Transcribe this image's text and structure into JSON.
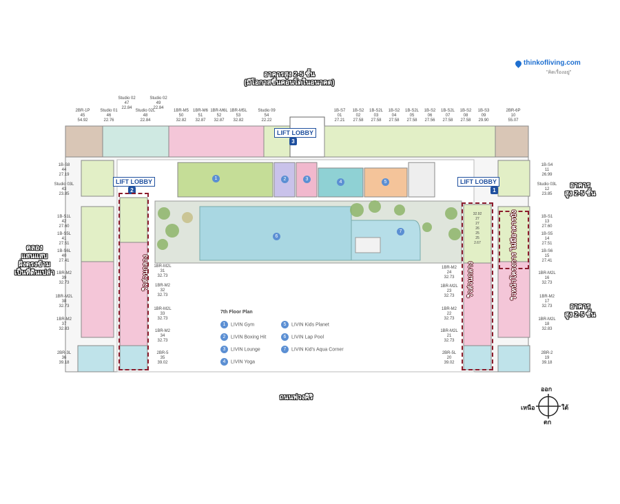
{
  "logo": {
    "brand": "thinkofliving.com",
    "tagline": "\"คิดเรื่องอยู่\""
  },
  "annotations": {
    "top_building": "อาคารสูง 2-5 ชั้น\n(มีโอกาสขึ้นคอนโดในอนาคต)",
    "right_building_top": "อาคาร\nสูง 2-5 ชั้น",
    "right_building_bottom": "อาคาร\nสูง 2-5 ชั้น",
    "left_canal": "คลอง\nแสนแสบ\nฝั่งตรงข้าม\nเป็นที่ดินเปล่า",
    "left_center_view": "วิวส่วนกลาง",
    "right_center_view": "วิวส่วนกลาง",
    "right_project_view": "วิวหน้าโครงการ\nไม่มีอาคารบัง",
    "road": "ถนนพ่วงศิริ"
  },
  "lobbies": [
    {
      "label": "LIFT LOBBY",
      "num": "3"
    },
    {
      "label": "LIFT LOBBY",
      "num": "2"
    },
    {
      "label": "LIFT LOBBY",
      "num": "1"
    }
  ],
  "top_units": [
    {
      "type": "2BR-1P",
      "num": "45",
      "size": "54.92"
    },
    {
      "type": "Studio 01",
      "num": "46",
      "size": "22.76"
    },
    {
      "type": "Studio 02",
      "num": "47",
      "size": "22.84"
    },
    {
      "type": "Studio 02L",
      "num": "48",
      "size": "22.84"
    },
    {
      "type": "Studio 02",
      "num": "49",
      "size": "22.84"
    },
    {
      "type": "1BR-M5",
      "num": "50",
      "size": "32.82"
    },
    {
      "type": "1BR-M6",
      "num": "51",
      "size": "32.87"
    },
    {
      "type": "1BR-M6L",
      "num": "52",
      "size": "32.87"
    },
    {
      "type": "1BR-M5L",
      "num": "53",
      "size": "32.82"
    },
    {
      "type": "Studio 09",
      "num": "54",
      "size": "22.22"
    },
    {
      "type": "1B-S7",
      "num": "01",
      "size": "27.21"
    },
    {
      "type": "1B-S2",
      "num": "02",
      "size": "27.58"
    },
    {
      "type": "1B-S2L",
      "num": "03",
      "size": "27.58"
    },
    {
      "type": "1B-S2",
      "num": "04",
      "size": "27.58"
    },
    {
      "type": "1B-S2L",
      "num": "05",
      "size": "27.58"
    },
    {
      "type": "1B-S2",
      "num": "06",
      "size": "27.56"
    },
    {
      "type": "1B-S2L",
      "num": "07",
      "size": "27.58"
    },
    {
      "type": "1B-S2",
      "num": "08",
      "size": "27.58"
    },
    {
      "type": "1B-S3",
      "num": "09",
      "size": "29.90"
    },
    {
      "type": "2BR-6P",
      "num": "10",
      "size": "55.07"
    }
  ],
  "left_units": [
    {
      "type": "1B-S8",
      "num": "44",
      "size": "27.19"
    },
    {
      "type": "Studio 03L",
      "num": "43",
      "size": "23.85"
    },
    {
      "type": "1B-S1L",
      "num": "42",
      "size": "27.60"
    },
    {
      "type": "1B-S5L",
      "num": "41",
      "size": "27.51"
    },
    {
      "type": "1B-S6L",
      "num": "40",
      "size": "27.41"
    },
    {
      "type": "1BR-M2",
      "num": "39",
      "size": "32.73"
    },
    {
      "type": "1BR-M2L",
      "num": "38",
      "size": "32.73"
    },
    {
      "type": "1BR-M2",
      "num": "37",
      "size": "32.83"
    },
    {
      "type": "2BR-3L",
      "num": "36",
      "size": "39.18"
    }
  ],
  "left_inner_units": [
    {
      "type": "1BR-M2L",
      "num": "31",
      "size": "32.73"
    },
    {
      "type": "1BR-M2",
      "num": "32",
      "size": "32.73"
    },
    {
      "type": "1BR-M2L",
      "num": "33",
      "size": "32.73"
    },
    {
      "type": "1BR-M2",
      "num": "34",
      "size": "32.73"
    },
    {
      "type": "2BR-5",
      "num": "35",
      "size": "39.02"
    }
  ],
  "right_units": [
    {
      "type": "1B-S4",
      "num": "11",
      "size": "26.99"
    },
    {
      "type": "Studio 03L",
      "num": "12",
      "size": "23.85"
    },
    {
      "type": "1B-S1",
      "num": "13",
      "size": "27.60"
    },
    {
      "type": "1B-S5",
      "num": "14",
      "size": "27.51"
    },
    {
      "type": "1B-S6",
      "num": "15",
      "size": "27.41"
    },
    {
      "type": "1BR-M2L",
      "num": "16",
      "size": "32.73"
    },
    {
      "type": "1BR-M2",
      "num": "17",
      "size": "32.73"
    },
    {
      "type": "1BR-M2L",
      "num": "18",
      "size": "32.83"
    },
    {
      "type": "2BR-2",
      "num": "19",
      "size": "39.18"
    }
  ],
  "right_inner_units": [
    {
      "type": "1BR-M2",
      "num": "24",
      "size": "32.73"
    },
    {
      "type": "1BR-M2L",
      "num": "23",
      "size": "32.73"
    },
    {
      "type": "1BR-M2",
      "num": "22",
      "size": "32.73"
    },
    {
      "type": "1BR-M2L",
      "num": "21",
      "size": "32.73"
    },
    {
      "type": "2BR-5L",
      "num": "20",
      "size": "39.02"
    }
  ],
  "right_small_units": [
    {
      "text": "32.92\n27\n27\n26\n25\n25\n2.67"
    }
  ],
  "legend": {
    "title": "7th Floor Plan",
    "items": [
      {
        "num": "1",
        "label": "LIVIN Gym"
      },
      {
        "num": "2",
        "label": "LIVIN Boxing Hit"
      },
      {
        "num": "3",
        "label": "LIVIN Lounge"
      },
      {
        "num": "4",
        "label": "LIVIN Yoga"
      },
      {
        "num": "5",
        "label": "LIVIN Kids Planet"
      },
      {
        "num": "6",
        "label": "LIVIN Lap Pool"
      },
      {
        "num": "7",
        "label": "LIVIN Kid's Aqua Corner"
      }
    ]
  },
  "compass": {
    "north": "เหนือ",
    "south": "ใต้",
    "east": "ออก",
    "west": "ตก"
  },
  "colors": {
    "pink": "#f4c6d8",
    "green": "#e2efc6",
    "teal": "#bfe3ea",
    "tan": "#d9c6b6",
    "gym": "#c5dd97",
    "boxing": "#c9c2ea",
    "lounge": "#f1b8cd",
    "yoga": "#8fd1d4",
    "kids": "#f4c49a",
    "pool": "#a9d7e2",
    "marker": "#5b8fd3",
    "lobby": "#1e4f9e",
    "dash": "#8b1a2b"
  }
}
